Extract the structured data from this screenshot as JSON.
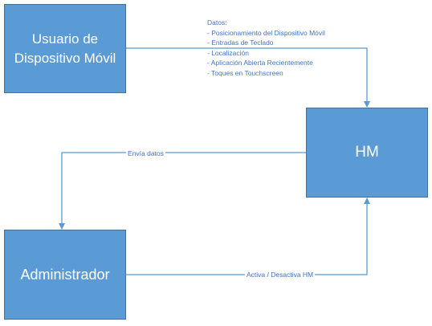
{
  "nodes": {
    "user": {
      "line1": "Usuario de",
      "line2": "Dispositivo Móvil"
    },
    "hm": {
      "label": "HM"
    },
    "admin": {
      "label": "Administrador"
    }
  },
  "edges": {
    "user_to_hm": {
      "title": "Datos:",
      "items": [
        "- Posicionamiento del Dispositivo Móvil",
        "- Entradas de Teclado",
        "- Localización",
        "- Aplicación Abierta Recientemente",
        "- Toques en Touchscreen"
      ]
    },
    "hm_to_admin": {
      "label": "Envía datos"
    },
    "admin_to_hm": {
      "label": "Activa / Desactiva HM"
    }
  },
  "colors": {
    "box_fill": "#5b9bd5",
    "box_border": "#41719c",
    "connector": "#5b9bd5",
    "label_text": "#4472c4"
  }
}
